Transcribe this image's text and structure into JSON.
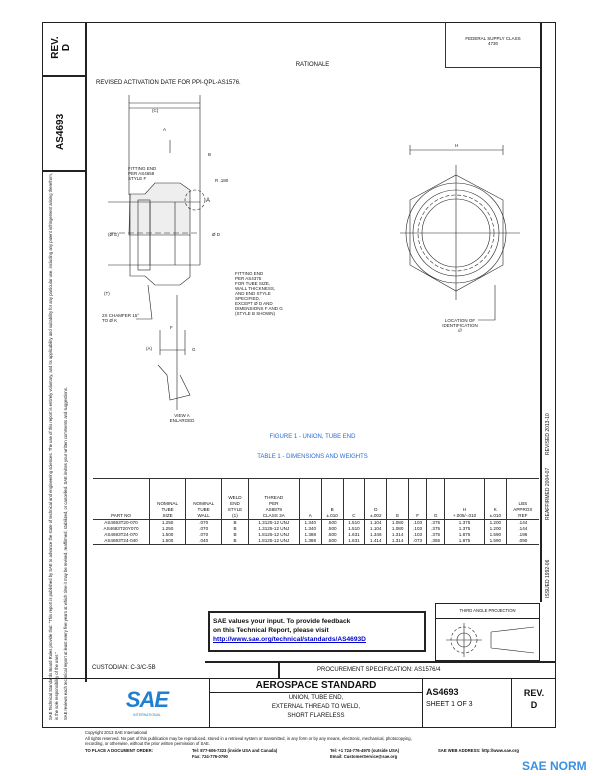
{
  "side": {
    "rev_label": "REV.",
    "rev": "D",
    "doc_number": "AS4693",
    "disclaimer": [
      "SAE Technical Standards Board Rules provide that: \"This report is published by SAE to advance the state of technical and engineering sciences. The use of this report is entirely voluntary, and its applicability and suitability for any particular use, including any patent infringement arising therefrom, is the sole responsibility of the user.\"",
      "SAE reviews each technical report at least every five years at which time it may be revised, reaffirmed, stabilized, or cancelled. SAE invites your written comments and suggestions."
    ],
    "dates": {
      "issued": "ISSUED 1992-06",
      "reaffirmed": "REAFFIRMED 2004-07",
      "revised": "REVISED 2013-10"
    }
  },
  "header": {
    "federal_supply_class": "FEDERAL SUPPLY CLASS",
    "fsc_code": "4730",
    "rationale_title": "RATIONALE",
    "rationale_text": "REVISED ACTIVATION DATE FOR PPI-QPL-AS1576."
  },
  "figure": {
    "caption": "FIGURE 1 - UNION, TUBE END",
    "labels": {
      "c": "(C)",
      "a": "A",
      "b": "B",
      "r": "R .180",
      "view_a": "A",
      "fitting_end_1": [
        "FITTING END",
        "PER AS4658",
        "STYLE F"
      ],
      "e": "(Ø E)",
      "d": "Ø D",
      "t": "(T)",
      "chamfer": [
        "2X CHAMFER 15°",
        "TO Ø K"
      ],
      "fitting_end_2": [
        "FITTING END",
        "PER AS4375",
        "FOR TUBE SIZE,",
        "WALL THICKNESS,",
        "AND END STYLE",
        "SPECIFIED,",
        "EXCEPT Ø D AND",
        "DIMENSIONS F AND G",
        "(STYLE B SHOWN)"
      ],
      "f": "F",
      "aa": "(A)",
      "g": "G",
      "view_caption": [
        "VIEW A",
        "ENLARGED"
      ],
      "h": "H",
      "location": [
        "LOCATION OF",
        "IDENTIFICATION",
        "///"
      ]
    }
  },
  "table": {
    "title": "TABLE 1 - DIMENSIONS AND WEIGHTS",
    "headers": [
      [
        "PART NO"
      ],
      [
        "NOMINAL",
        "TUBE",
        "SIZE"
      ],
      [
        "NOMINAL",
        "TUBE",
        "WALL"
      ],
      [
        "WELD",
        "END",
        "STYLE",
        "(1)"
      ],
      [
        "THREAD",
        "PER",
        "AS8879",
        "CLASS 3A"
      ],
      [
        "A"
      ],
      [
        "B",
        "±.010"
      ],
      [
        "C"
      ],
      [
        "D",
        "±.002"
      ],
      [
        "E"
      ],
      [
        "F"
      ],
      [
        "G"
      ],
      [
        "H",
        "+.005/-.010"
      ],
      [
        "K",
        "±.010"
      ],
      [
        "LBS",
        "APPROX",
        "REF"
      ]
    ],
    "rows": [
      [
        "AS4693T20-070",
        "1.250",
        ".070",
        "B",
        "1.3125-12 UNJ",
        "1.340",
        ".500",
        "1.510",
        "1.104",
        "1.080",
        ".103",
        ".375",
        "1.375",
        "1.200",
        ".144"
      ],
      [
        "AS4693T20Y070",
        "1.250",
        ".070",
        "B",
        "1.3125-12 UNJ",
        "1.340",
        ".500",
        "1.510",
        "1.104",
        "1.080",
        ".103",
        ".375",
        "1.375",
        "1.200",
        ".144"
      ],
      [
        "AS4693T24-070",
        "1.500",
        ".070",
        "B",
        "1.8125-12 UNJ",
        "1.388",
        ".500",
        "1.631",
        "1.346",
        "1.314",
        ".103",
        ".375",
        "1.875",
        "1.590",
        ".196"
      ],
      [
        "AS4693T24-040",
        "1.500",
        ".040",
        "B",
        "1.8125-12 UNJ",
        "1.388",
        ".500",
        "1.631",
        "1.414",
        "1.314",
        ".073",
        ".355",
        "1.875",
        "1.590",
        ".090"
      ]
    ]
  },
  "feedback": {
    "line1": "SAE values your input. To provide feedback",
    "line2": "on this Technical Report, please visit",
    "link": "http://www.sae.org/technical/standards/AS4693D"
  },
  "projection": {
    "label": "THIRD ANGLE PROJECTION"
  },
  "title_block": {
    "custodian": "CUSTODIAN: C-3/C-5B",
    "procurement": "PROCUREMENT SPECIFICATION: AS1576/4",
    "standard": "AEROSPACE STANDARD",
    "title": [
      "UNION, TUBE END,",
      "EXTERNAL THREAD TO WELD,",
      "SHORT FLARELESS"
    ],
    "doc_number": "AS4693",
    "sheet": "SHEET 1 OF 3",
    "rev_label": "REV.",
    "rev": "D",
    "logo": "SAE",
    "logo_sub": "INTERNATIONAL"
  },
  "footer": {
    "copyright": "Copyright 2013 SAE International",
    "rights": "All rights reserved. No part of this publication may be reproduced, stored in a retrieval system or transmitted, in any form or by any means, electronic, mechanical, photocopying,",
    "rights2": "recording, or otherwise, without the prior written permission of SAE.",
    "order": "TO PLACE A DOCUMENT ORDER:",
    "tel": "Tel: 877-606-7323 (inside USA and Canada)",
    "fax": "Fax: 724-776-0790",
    "tel2": "Tel: +1 724-776-4970 (outside USA)",
    "email": "Email: CustomerService@sae.org",
    "web": "SAE WEB ADDRESS: http://www.sae.org"
  },
  "watermark": {
    "text": "SAE NORM"
  },
  "colors": {
    "logo_blue": "#1f7fd0",
    "link": "#0000cc"
  }
}
